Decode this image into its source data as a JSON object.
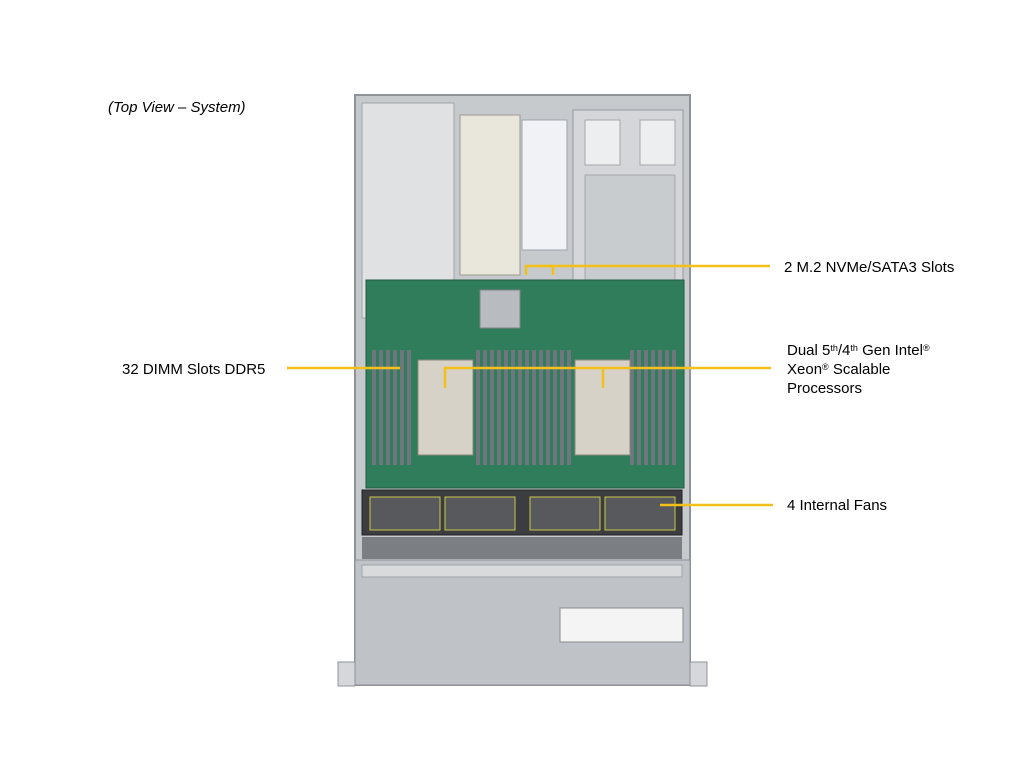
{
  "caption": "(Top View – System)",
  "callouts": {
    "m2": "2 M.2 NVMe/SATA3 Slots",
    "dimm": "32 DIMM Slots DDR5",
    "cpu": {
      "line1_a": "Dual 5",
      "sup1": "th",
      "line1_b": "/4",
      "sup2": "th",
      "line1_c": " Gen Intel",
      "sup3": "®",
      "line2_a": "Xeon",
      "sup4": "®",
      "line2_b": " Scalable",
      "line3": "Processors"
    },
    "fans": "4 Internal  Fans"
  },
  "colors": {
    "callout_line": "#f2c018",
    "chassis": "#b9bcc0",
    "board": "#2f7d5a",
    "dimm": "#6f767d"
  }
}
